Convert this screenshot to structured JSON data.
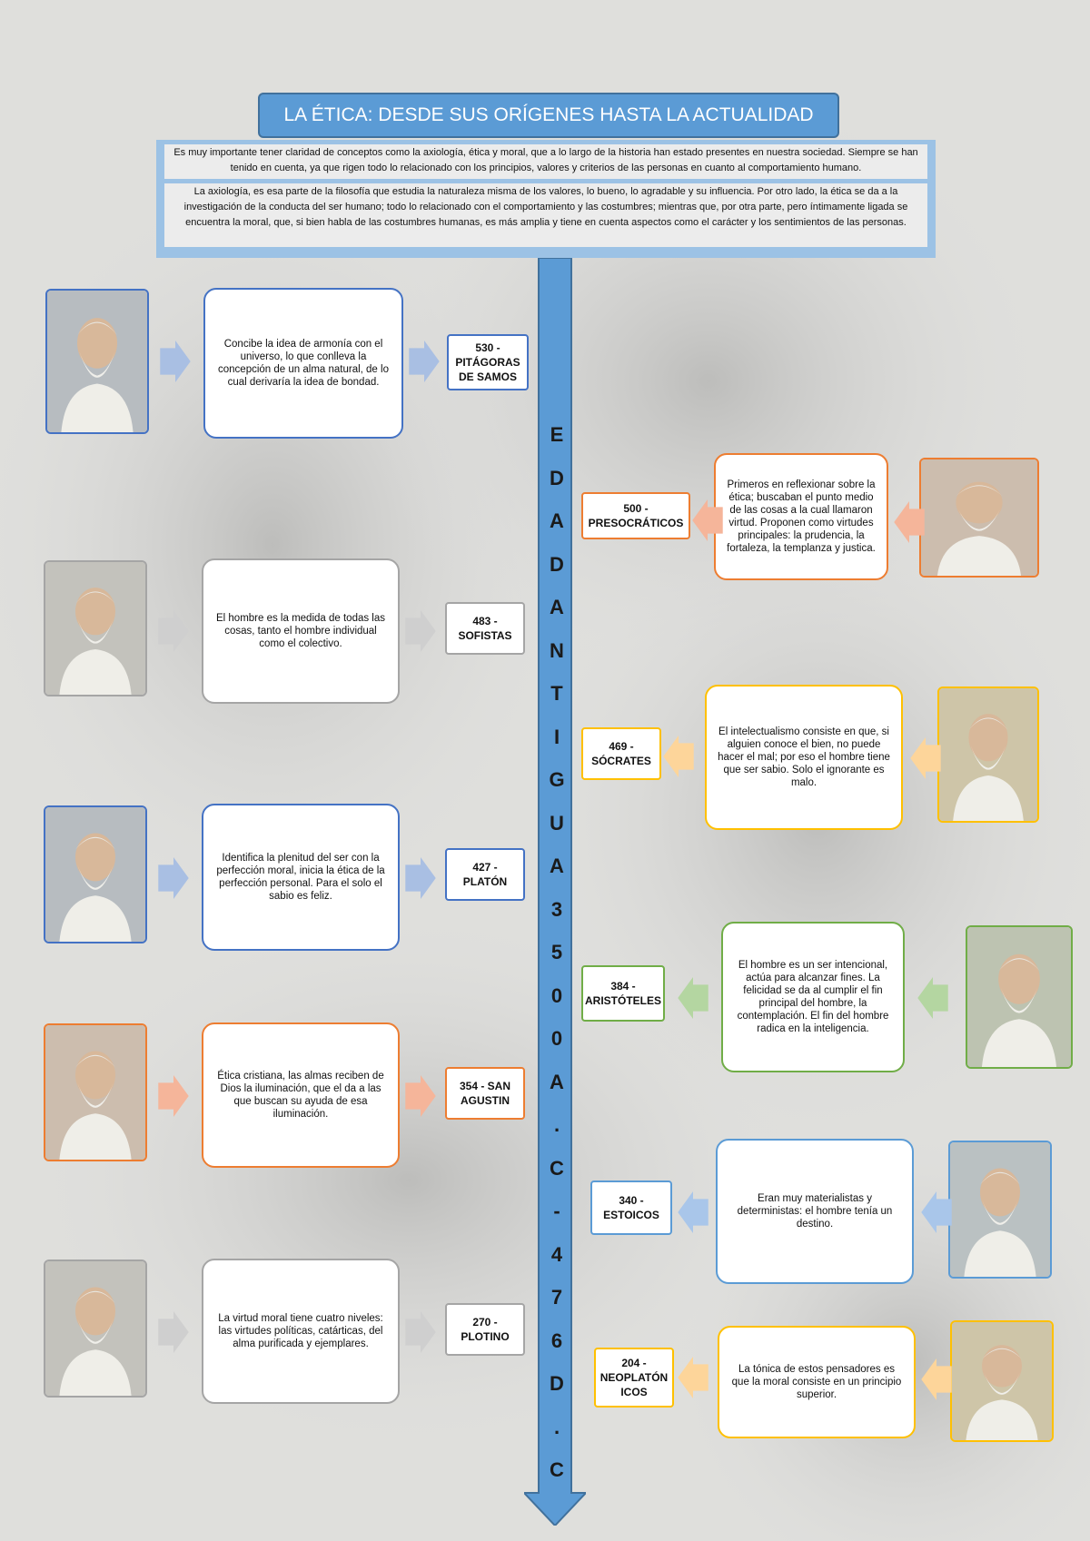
{
  "title": "LA ÉTICA: DESDE SUS ORÍGENES HASTA LA ACTUALIDAD",
  "intro": {
    "p1": "Es muy importante tener claridad de conceptos como la axiología, ética y moral, que a lo largo de la historia han estado presentes en nuestra sociedad. Siempre se han tenido en cuenta, ya que rigen todo lo relacionado con los principios, valores y criterios de las personas en cuanto al comportamiento humano.",
    "p2": "La axiología, es esa parte de la filosofía que estudia la naturaleza misma de los valores, lo bueno, lo agradable y su influencia. Por otro lado, la ética se da a la investigación de la conducta del ser humano; todo lo relacionado con el comportamiento y las costumbres; mientras que, por otra parte, pero íntimamente ligada se encuentra la moral, que, si bien habla de las costumbres humanas, es más amplia y tiene en cuenta aspectos como el carácter y los sentimientos de las personas."
  },
  "spine_text": "EDAD ANTIGUA 3500 A.C - 476 D.C",
  "colors": {
    "spine": "#5b9bd5",
    "blue": "#4472c4",
    "orange": "#ed7d31",
    "gray": "#a5a5a5",
    "gold": "#ffc000",
    "green": "#70ad47",
    "sky": "#5b9bd5"
  },
  "entries": [
    {
      "label": "530 - PITÁGORAS DE SAMOS",
      "description": "Concibe la idea de armonía con el universo, lo que conlleva la concepción de un alma natural, de lo cual derivaría la idea de bondad.",
      "color": "blue"
    },
    {
      "label": "500 - PRESOCRÁTICOS",
      "description": "Primeros en reflexionar sobre la ética; buscaban el punto medio de las cosas a la cual llamaron virtud. Proponen como virtudes principales: la prudencia, la fortaleza, la templanza y justica.",
      "color": "orange"
    },
    {
      "label": "483 - SOFISTAS",
      "description": "El hombre es la medida de todas las cosas, tanto el hombre individual como el colectivo.",
      "color": "gray"
    },
    {
      "label": "469 - SÓCRATES",
      "description": "El intelectualismo consiste en que, si alguien conoce el bien, no puede hacer el mal; por eso el hombre tiene que ser sabio. Solo el ignorante es malo.",
      "color": "gold"
    },
    {
      "label": "427 - PLATÓN",
      "description": "Identifica la plenitud del ser con la perfección moral, inicia la ética de la perfección personal. Para el solo el sabio es feliz.",
      "color": "blue"
    },
    {
      "label": "384 - ARISTÓTELES",
      "description": "El hombre es un ser intencional, actúa para alcanzar fines. La felicidad se da al cumplir el fin principal del hombre, la contemplación. El fin del hombre radica en la inteligencia.",
      "color": "green"
    },
    {
      "label": "354 - SAN AGUSTIN",
      "description": "Ética cristiana, las almas reciben de Dios la iluminación, que el da a las que buscan su ayuda de esa iluminación.",
      "color": "orange"
    },
    {
      "label": "340 - ESTOICOS",
      "description": "Eran muy materialistas y deterministas: el hombre tenía un destino.",
      "color": "sky"
    },
    {
      "label": "270 - PLOTINO",
      "description": "La virtud moral tiene cuatro niveles: las virtudes políticas, catárticas, del alma purificada y ejemplares.",
      "color": "gray"
    },
    {
      "label": "204 - NEOPLATÓN ICOS",
      "description": "La tónica de estos pensadores es que la moral consiste en un principio superior.",
      "color": "gold"
    }
  ]
}
